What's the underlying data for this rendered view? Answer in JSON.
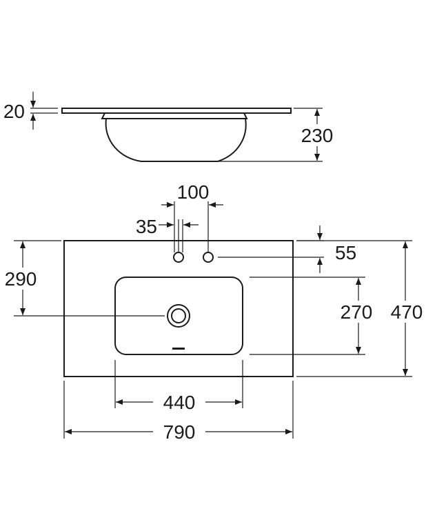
{
  "dimensions": {
    "rim_thickness": "20",
    "total_height": "230",
    "tap_hole_spacing": "100",
    "tap_hole_diameter": "35",
    "tap_hole_offset": "55",
    "bowl_offset": "290",
    "bowl_depth": "270",
    "overall_depth": "470",
    "bowl_width": "440",
    "overall_width": "790"
  }
}
